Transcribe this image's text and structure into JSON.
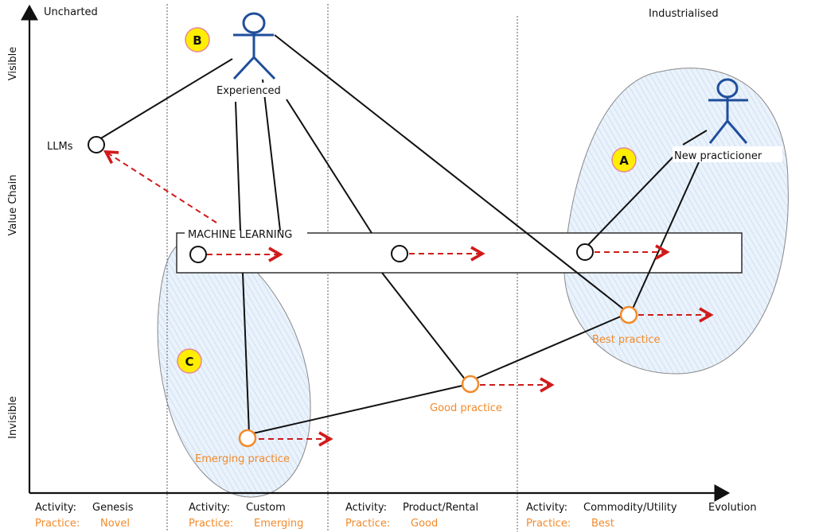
{
  "axes": {
    "y_top": "Visible",
    "y_mid": "Value Chain",
    "y_bottom": "Invisible",
    "x_label": "Evolution",
    "top_left": "Uncharted",
    "top_right": "Industrialised"
  },
  "stages": [
    {
      "activity_label": "Activity:",
      "activity": "Genesis",
      "practice_label": "Practice:",
      "practice": "Novel"
    },
    {
      "activity_label": "Activity:",
      "activity": "Custom",
      "practice_label": "Practice:",
      "practice": "Emerging"
    },
    {
      "activity_label": "Activity:",
      "activity": "Product/Rental",
      "practice_label": "Practice:",
      "practice": "Good"
    },
    {
      "activity_label": "Activity:",
      "activity": "Commodity/Utility",
      "practice_label": "Practice:",
      "practice": "Best"
    }
  ],
  "actors": {
    "experienced": "Experienced",
    "new_practitioner": "New practicioner"
  },
  "components": {
    "llms": "LLMs",
    "machine_learning": "MACHINE LEARNING",
    "emerging": "Emerging practice",
    "good": "Good practice",
    "best": "Best practice"
  },
  "markers": {
    "a": "A",
    "b": "B",
    "c": "C"
  },
  "colors": {
    "actor": "#1f4e9c",
    "practice": "#f28a2a",
    "evolve_arrow": "#d11a1a",
    "marker": "#ffee00",
    "group_fill": "#dbe9f7"
  }
}
